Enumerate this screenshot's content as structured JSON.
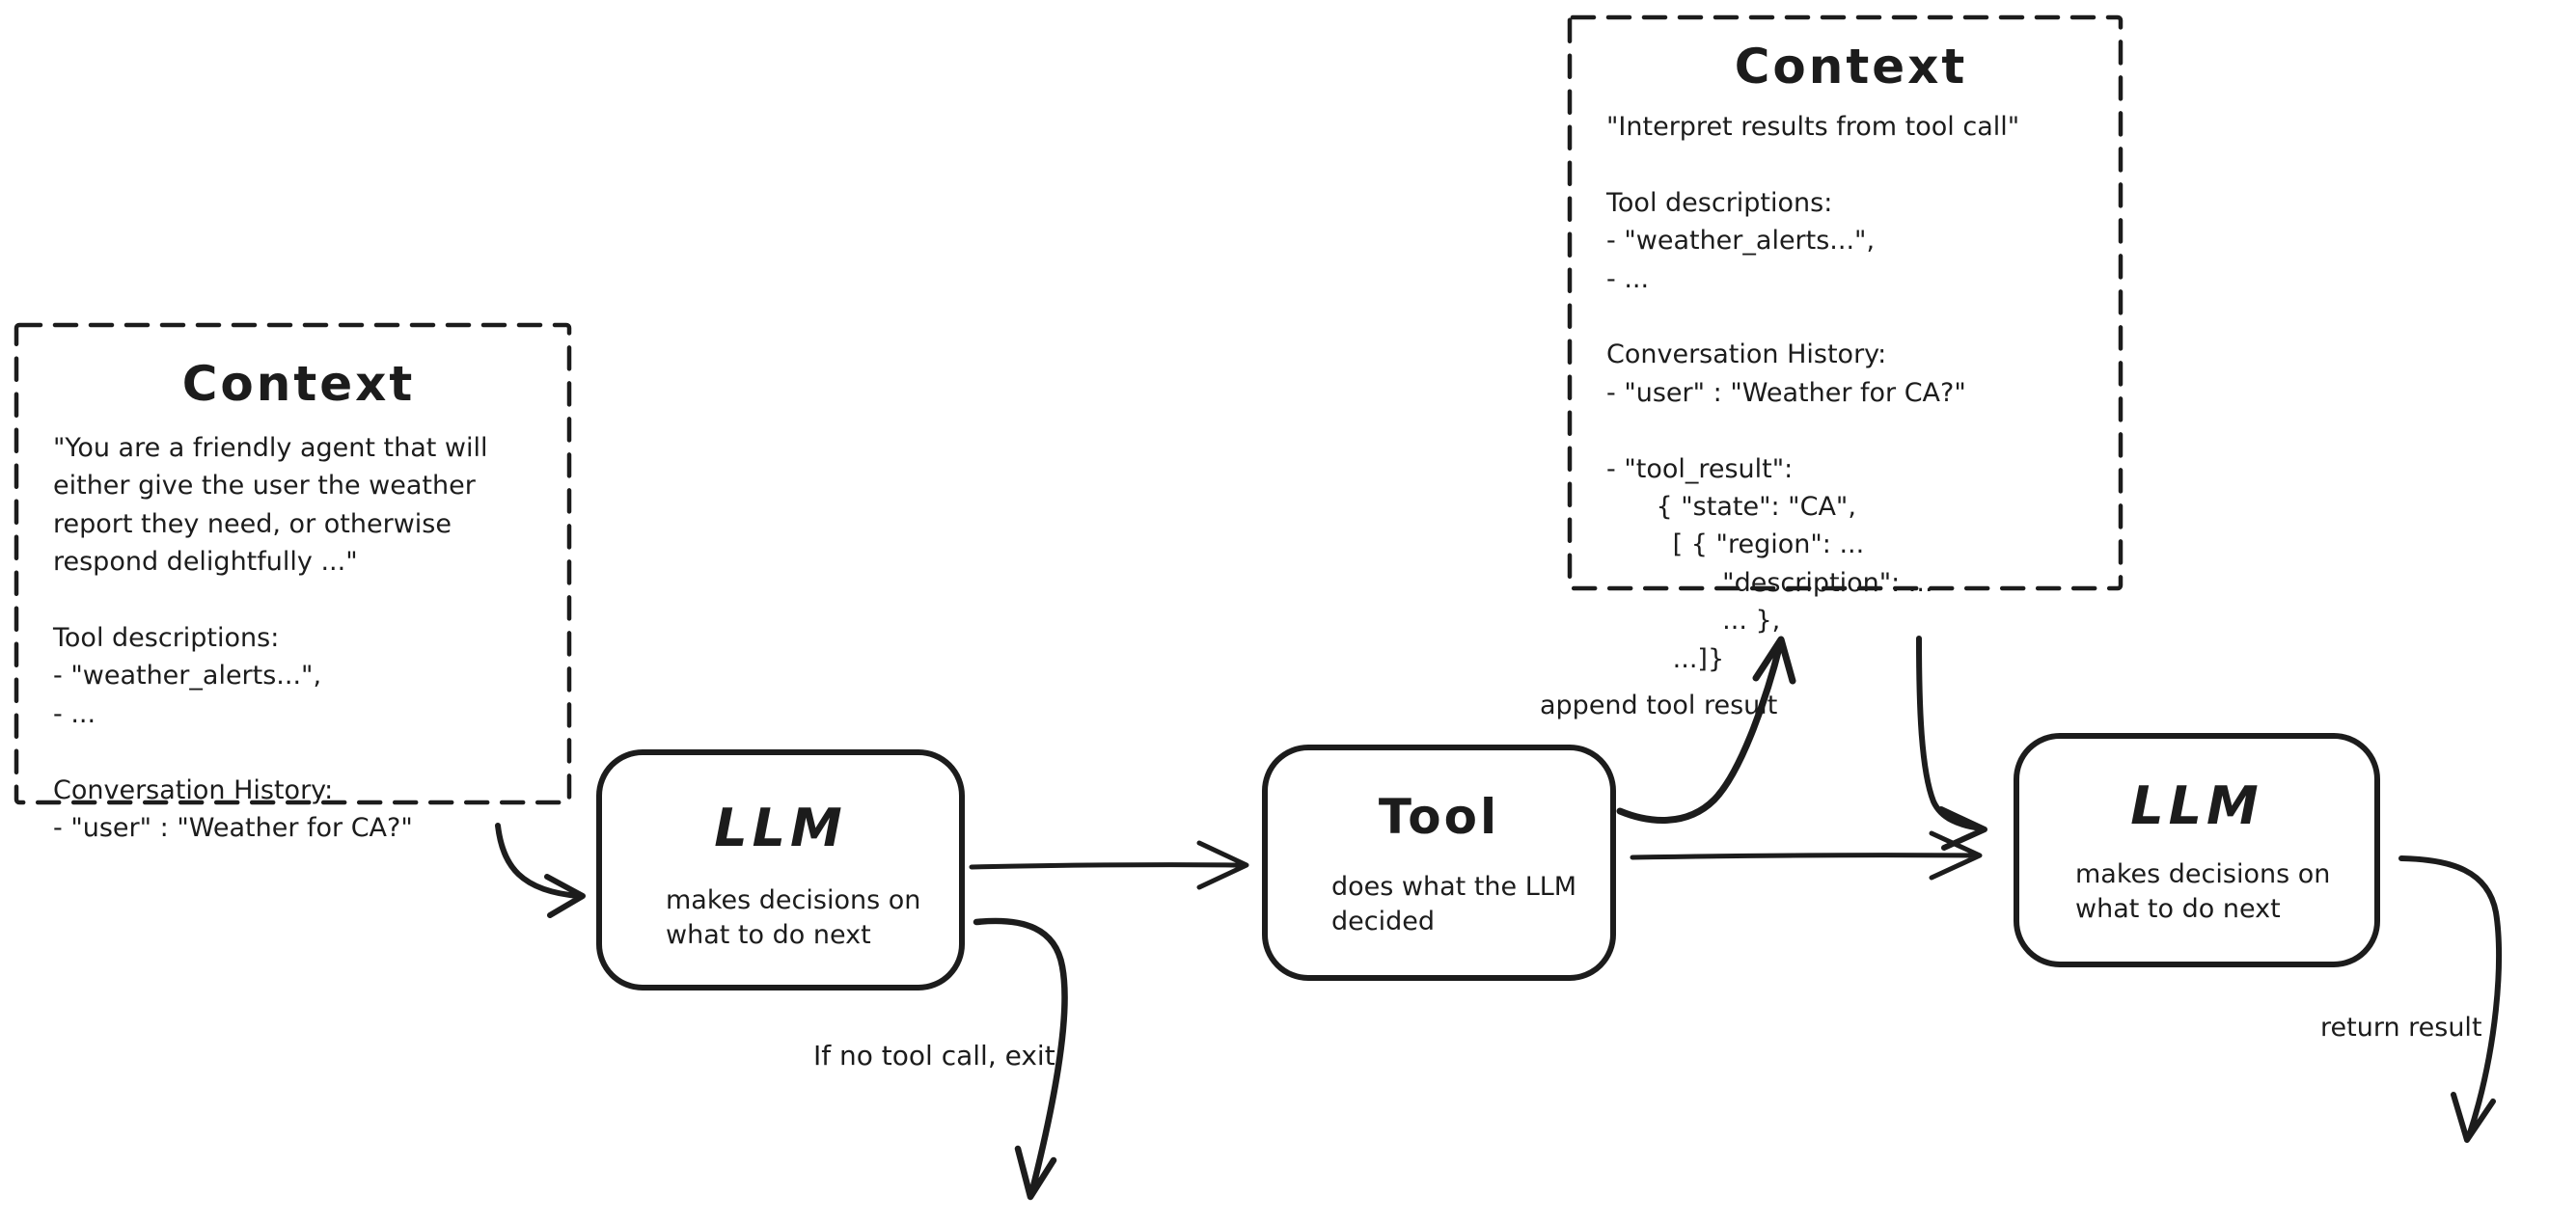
{
  "diagram": {
    "ink_color": "#1c1c1c",
    "background_color": "#ffffff"
  },
  "context_left": {
    "title": "Context",
    "lines": [
      "\"You are a friendly agent that will",
      "either give the user the weather",
      "report they need, or otherwise",
      "respond delightfully ...\"",
      "",
      "Tool descriptions:",
      "- \"weather_alerts...\",",
      "- ...",
      "",
      "Conversation History:",
      "- \"user\" : \"Weather for CA?\""
    ]
  },
  "context_top": {
    "title": "Context",
    "lines": [
      "\"Interpret results from tool call\"",
      "",
      "Tool descriptions:",
      "- \"weather_alerts...\",",
      "- ...",
      "",
      "Conversation History:",
      "- \"user\" : \"Weather for CA?\"",
      "",
      "- \"tool_result\":",
      "      { \"state\": \"CA\",",
      "        [ { \"region\": ...",
      "              \"description\": ...",
      "              ... },",
      "        ...]}"
    ]
  },
  "nodes": {
    "llm1": {
      "title": "LLM",
      "subtitle_lines": [
        "makes decisions on",
        "what to do next"
      ]
    },
    "tool": {
      "title": "Tool",
      "subtitle_lines": [
        "does what the LLM",
        "decided"
      ]
    },
    "llm2": {
      "title": "LLM",
      "subtitle_lines": [
        "makes decisions on",
        "what to do next"
      ]
    }
  },
  "edge_labels": {
    "append_tool_result": "append tool result",
    "no_tool_call_exit": "If no tool call, exit",
    "return_result": "return result"
  }
}
